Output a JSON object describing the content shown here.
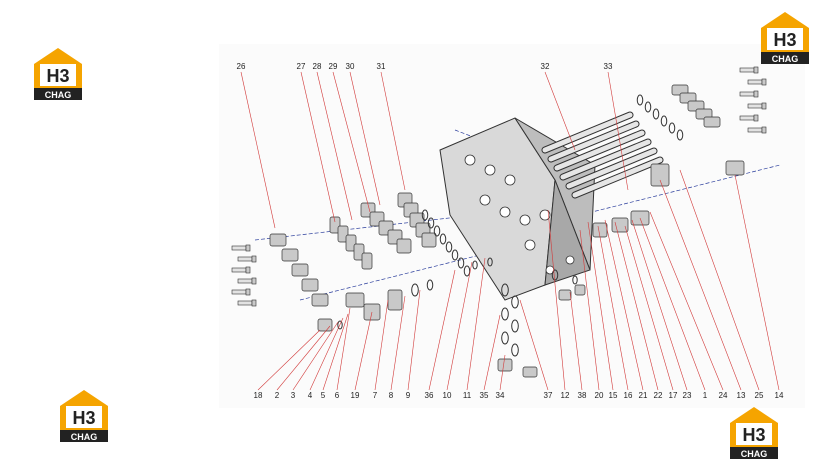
{
  "logos": [
    {
      "id": "top-left",
      "mark": "H3",
      "word": "CHAG"
    },
    {
      "id": "top-right",
      "mark": "H3",
      "word": "CHAG"
    },
    {
      "id": "bottom-left",
      "mark": "H3",
      "word": "CHAG"
    },
    {
      "id": "bottom-right",
      "mark": "H3",
      "word": "CHAG"
    }
  ],
  "colors": {
    "logo_orange": "#f5a400",
    "logo_dark": "#222222",
    "leader_red": "#d23a3a",
    "axis_blue": "#2a3d9c",
    "part_gray": "#c9c9c9",
    "part_edge": "#333333"
  },
  "top_callouts": [
    "26",
    "27",
    "28",
    "29",
    "30",
    "31",
    "32",
    "33"
  ],
  "bottom_callouts": [
    "18",
    "2",
    "3",
    "4",
    "5",
    "6",
    "19",
    "7",
    "8",
    "9",
    "36",
    "10",
    "11",
    "35",
    "34",
    "37",
    "12",
    "38",
    "20",
    "15",
    "16",
    "21",
    "22",
    "17",
    "23",
    "1",
    "24",
    "13",
    "25",
    "14"
  ]
}
